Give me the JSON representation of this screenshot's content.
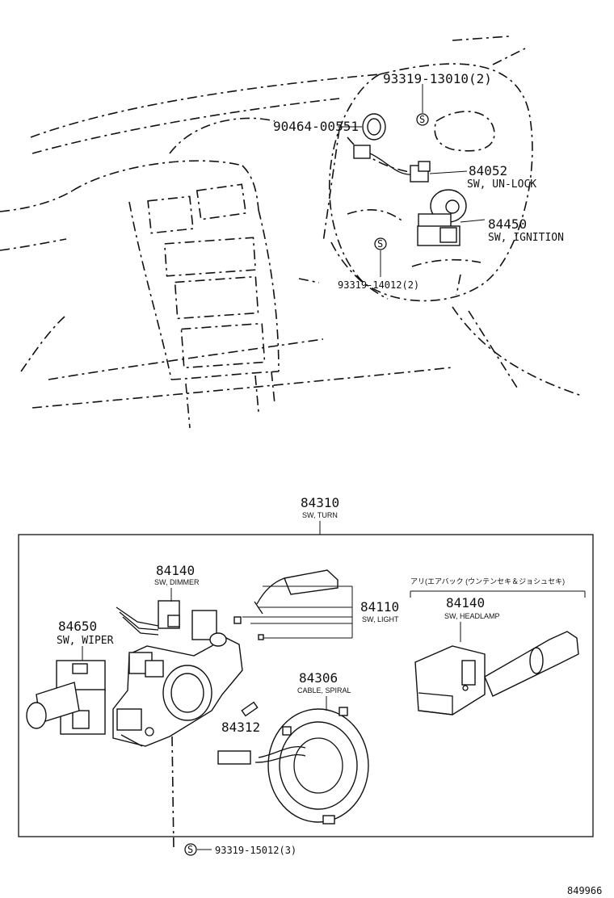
{
  "parts": {
    "p93319_13010": "93319-13010(2)",
    "p90464_00551": "90464-00551",
    "p84052": {
      "number": "84052",
      "name": "SW, UN-LOCK"
    },
    "p84450": {
      "number": "84450",
      "name": "SW, IGNITION"
    },
    "p93319_14012": "93319-14012(2)",
    "p84310": {
      "number": "84310",
      "name": "SW, TURN"
    },
    "p84140_dimmer": {
      "number": "84140",
      "name": "SW, DIMMER"
    },
    "p84110": {
      "number": "84110",
      "name": "SW, LIGHT"
    },
    "p84650": {
      "number": "84650",
      "name": "SW, WIPER"
    },
    "p84306": {
      "number": "84306",
      "name": "CABLE, SPIRAL"
    },
    "p84312": "84312",
    "p84140_headlamp": {
      "number": "84140",
      "name": "SW, HEADLAMP"
    },
    "p93319_15012": "93319-15012(3)"
  },
  "airbag_note": "アリ(エアバック (ウンテンセキ＆ジョシュセキ)",
  "screw_symbol": "S",
  "diagram_id": "849966"
}
